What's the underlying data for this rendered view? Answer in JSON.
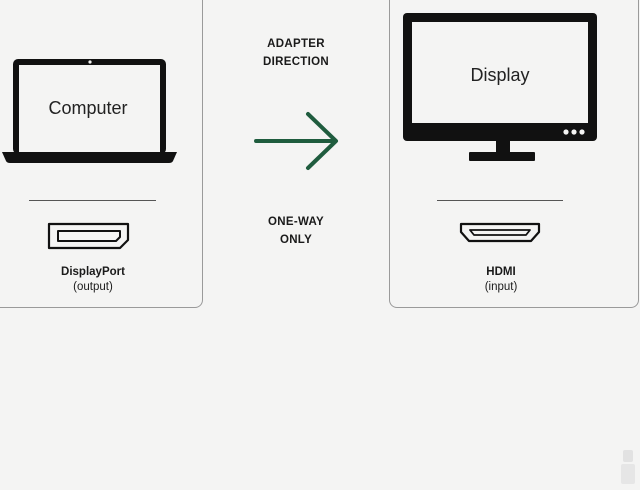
{
  "source": {
    "device": "Computer",
    "port_name": "DisplayPort",
    "port_role": "(output)"
  },
  "target": {
    "device": "Display",
    "port_name": "HDMI",
    "port_role": "(input)"
  },
  "adapter": {
    "direction_line1": "ADAPTER",
    "direction_line2": "DIRECTION",
    "mode_line1": "ONE-WAY",
    "mode_line2": "ONLY"
  },
  "colors": {
    "arrow": "#1f5c3e",
    "device_outline": "#111111",
    "background": "#f4f4f3"
  },
  "icons": {
    "laptop": "laptop-icon",
    "monitor": "monitor-icon",
    "arrow": "arrow-right-icon",
    "displayport": "displayport-connector-icon",
    "hdmi": "hdmi-connector-icon"
  }
}
